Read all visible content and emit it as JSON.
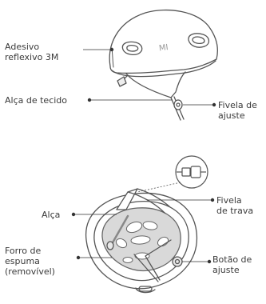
{
  "labels": {
    "reflective_sticker": "Adesivo\nreflexivo 3M",
    "fabric_strap": "Alça de tecido",
    "adjust_buckle": "Fivela de\najuste",
    "strap": "Alça",
    "lock_buckle": "Fivela\nde trava",
    "foam_liner": "Forro de\nespuma\n(removível)",
    "adjust_button": "Botão de\najuste"
  },
  "logo_text": "MI"
}
